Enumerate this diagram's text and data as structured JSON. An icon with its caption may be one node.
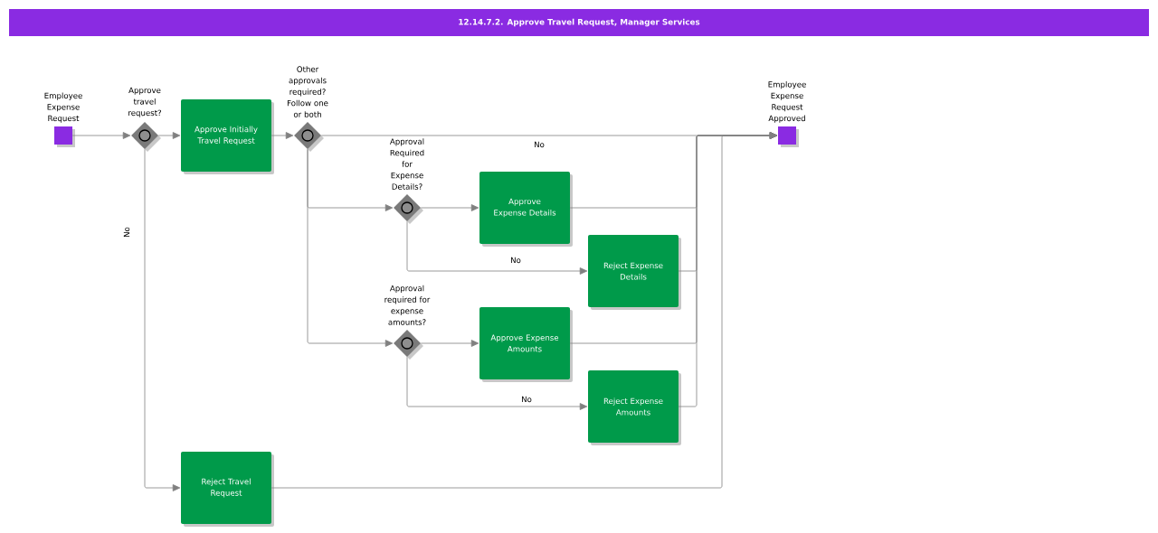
{
  "diagram": {
    "title": "12.14.7.2. Approve Travel Request, Manager Services",
    "nodes": [
      {
        "text": [
          "Employee Expense Request"
        ]
      },
      {
        "text": [
          "Approve travel request?"
        ]
      },
      {
        "text": [
          "Approve Initially Travel Request"
        ]
      },
      {
        "text": [
          "Other approvals required? Follow one or both"
        ]
      },
      {
        "text": [
          "Approval Required for Expense Details?"
        ]
      },
      {
        "text": [
          "Approve Expense Details"
        ]
      },
      {
        "text": [
          "Reject Expense Details"
        ]
      },
      {
        "text": [
          "Approval required for expense amounts?"
        ]
      },
      {
        "text": [
          "Approve Expense Amounts"
        ]
      },
      {
        "text": [
          "Reject Expense Amounts"
        ]
      },
      {
        "text": [
          "Reject Travel Request"
        ]
      },
      {
        "text": [
          "Employee Expense Request Approved"
        ]
      }
    ],
    "edges": [
      {
        "from": 0,
        "to": 1,
        "arrow": "to"
      },
      {
        "from": 1,
        "to": 2,
        "arrow": "to"
      },
      {
        "from": 1,
        "to": 10,
        "arrow": "to",
        "label": "No"
      },
      {
        "from": 2,
        "to": 3,
        "arrow": "to"
      },
      {
        "from": 3,
        "to": 11,
        "arrow": "to",
        "label": "No"
      },
      {
        "from": 3,
        "to": 4,
        "arrow": "to"
      },
      {
        "from": 3,
        "to": 7,
        "arrow": "to"
      },
      {
        "from": 4,
        "to": 5,
        "arrow": "to"
      },
      {
        "from": 4,
        "to": 6,
        "arrow": "to",
        "label": "No"
      },
      {
        "from": 5,
        "to": 11,
        "arrow": "to"
      },
      {
        "from": 6,
        "to": 11,
        "arrow": "to"
      },
      {
        "from": 7,
        "to": 8,
        "arrow": "to"
      },
      {
        "from": 7,
        "to": 9,
        "arrow": "to",
        "label": "No"
      },
      {
        "from": 8,
        "to": 11,
        "arrow": "to"
      },
      {
        "from": 9,
        "to": 11,
        "arrow": "to"
      },
      {
        "from": 10,
        "to": 11,
        "arrow": "to"
      }
    ]
  }
}
